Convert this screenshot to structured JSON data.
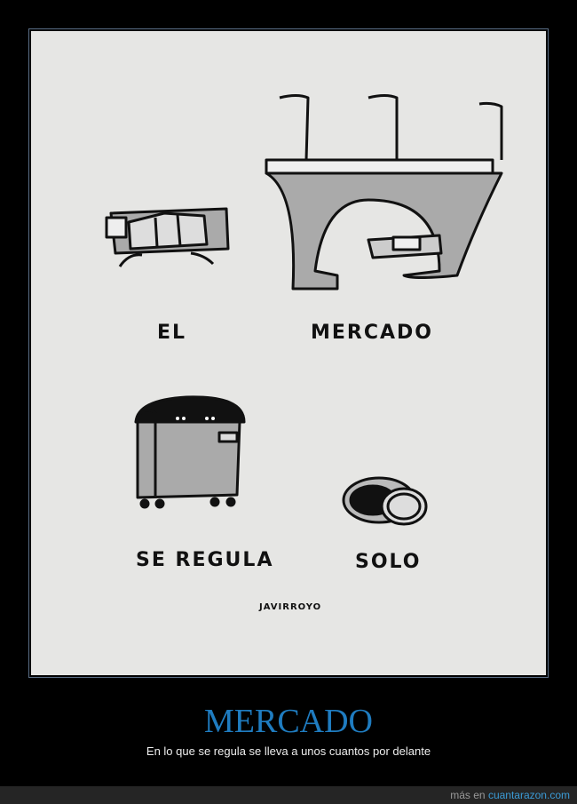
{
  "comic": {
    "labels": {
      "el": "EL",
      "mercado": "MERCADO",
      "se_regula": "SE REGULA",
      "solo": "SOLO"
    },
    "signature": "JAVIRROYO"
  },
  "caption": {
    "title": "MERCADO",
    "subtitle": "En lo que se regula se lleva a unos cuantos por delante"
  },
  "footer": {
    "prefix": "más en",
    "site": "cuantarazon.com"
  }
}
